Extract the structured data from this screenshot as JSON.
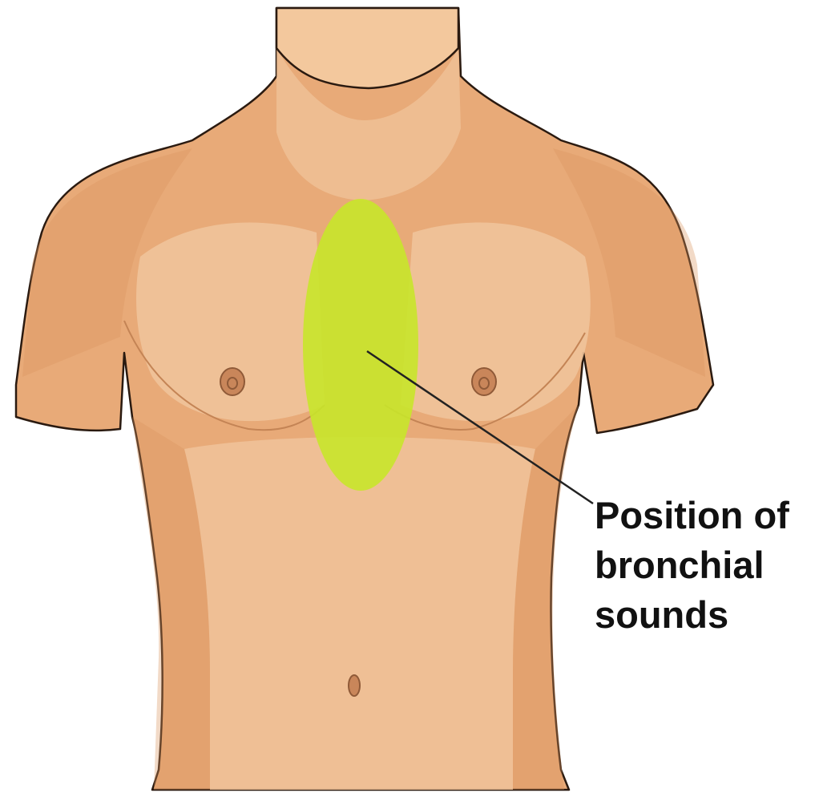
{
  "diagram": {
    "callout": {
      "lines": [
        "Position of",
        "bronchial",
        "sounds"
      ]
    },
    "colors": {
      "skin_base": "#e8aa78",
      "skin_light": "#f0c39a",
      "skin_highlight": "#f4cfaa",
      "skin_shadow": "#d9955f",
      "neck_top": "#f3c89d",
      "outline": "#2a1a10",
      "highlight_zone": "#c8e62a",
      "leader_line": "#222222",
      "label_text": "#111111"
    }
  }
}
